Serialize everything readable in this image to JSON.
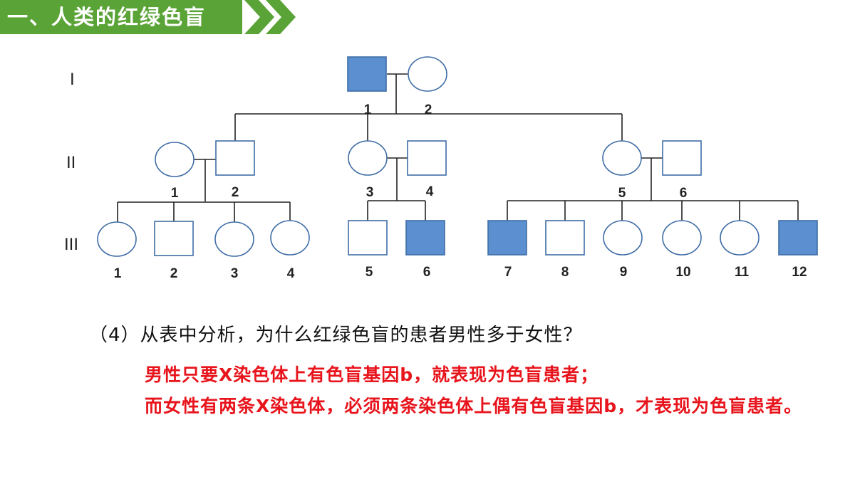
{
  "header": {
    "title": "一、人类的红绿色盲"
  },
  "colors": {
    "accent": "#5aa336",
    "affected": "#5b8fd0",
    "stroke": "#3f6da6",
    "answer": "#e8141c"
  },
  "icons": {
    "next": "double-chevron-right-icon"
  },
  "generations": [
    "I",
    "II",
    "III"
  ],
  "pedigree": {
    "gen1": [
      {
        "id": "I-1",
        "label": "1",
        "sex": "male",
        "affected": true
      },
      {
        "id": "I-2",
        "label": "2",
        "sex": "female",
        "affected": false
      }
    ],
    "gen2": [
      {
        "id": "II-1",
        "label": "1",
        "sex": "female",
        "affected": false
      },
      {
        "id": "II-2",
        "label": "2",
        "sex": "male",
        "affected": false
      },
      {
        "id": "II-3",
        "label": "3",
        "sex": "female",
        "affected": false
      },
      {
        "id": "II-4",
        "label": "4",
        "sex": "male",
        "affected": false
      },
      {
        "id": "II-5",
        "label": "5",
        "sex": "female",
        "affected": false
      },
      {
        "id": "II-6",
        "label": "6",
        "sex": "male",
        "affected": false
      }
    ],
    "gen3": [
      {
        "id": "III-1",
        "label": "1",
        "sex": "female",
        "affected": false
      },
      {
        "id": "III-2",
        "label": "2",
        "sex": "male",
        "affected": false
      },
      {
        "id": "III-3",
        "label": "3",
        "sex": "female",
        "affected": false
      },
      {
        "id": "III-4",
        "label": "4",
        "sex": "female",
        "affected": false
      },
      {
        "id": "III-5",
        "label": "5",
        "sex": "male",
        "affected": false
      },
      {
        "id": "III-6",
        "label": "6",
        "sex": "male",
        "affected": true
      },
      {
        "id": "III-7",
        "label": "7",
        "sex": "male",
        "affected": true
      },
      {
        "id": "III-8",
        "label": "8",
        "sex": "male",
        "affected": false
      },
      {
        "id": "III-9",
        "label": "9",
        "sex": "female",
        "affected": false
      },
      {
        "id": "III-10",
        "label": "10",
        "sex": "female",
        "affected": false
      },
      {
        "id": "III-11",
        "label": "11",
        "sex": "female",
        "affected": false
      },
      {
        "id": "III-12",
        "label": "12",
        "sex": "male",
        "affected": true
      }
    ]
  },
  "question": "（4）从表中分析，为什么红绿色盲的患者男性多于女性？",
  "answer": {
    "line1": "男性只要X染色体上有色盲基因b，就表现为色盲患者；",
    "line2": "而女性有两条X染色体，必须两条染色体上偶有色盲基因b，才表现为色盲患者。"
  }
}
